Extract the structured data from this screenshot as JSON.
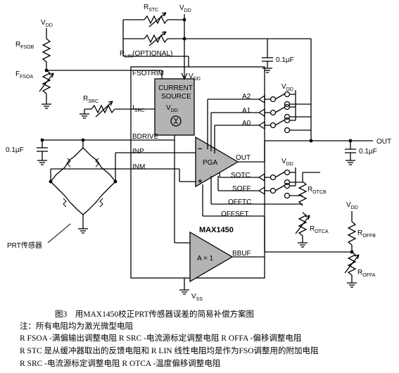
{
  "schematic": {
    "chip_name": "MAX1450",
    "pins": {
      "fsotrim": "FSOTRIM",
      "isrc": "SRC",
      "bdrive": "BDRIVE",
      "inp": "INP",
      "inm": "INM",
      "a2": "A2",
      "a1": "A1",
      "a0": "A0",
      "out": "OUT",
      "sotc": "SOTC",
      "soff": "SOFF",
      "offtc": "OFFTC",
      "offset": "OFFSET",
      "bbuf": "BBUF",
      "vss": "SS"
    },
    "current_source": {
      "line1": "CURRENT",
      "line2": "SOURCE"
    },
    "pga_label": "PGA",
    "buffer_label": "A = 1",
    "vdd": "DD",
    "cap": "0.1µF",
    "out_label": "OUT",
    "rlin_suffix": "(OPTIONAL)",
    "prt_label": "PRT传感器",
    "resistors": {
      "stc": "STC",
      "lin": "LIN",
      "fsob": "FSOB",
      "fsoa": "FSOA",
      "src": "SRC",
      "otcb": "OTCB",
      "otca": "OTCA",
      "offb": "OFFB",
      "offa": "OFFA"
    }
  },
  "caption": {
    "title": "图3　用MAX1450校正PRT传感器误差的简易补偿方案图",
    "note": "注：所有电阻均为激光微型电阻",
    "line1": "R FSOA -满偏输出调整电阻  R SRC -电流源标定调整电阻  R OFFA -偏移调整电阻",
    "line2": "R STC 是从缓冲器取出的反馈电阻和 R LIN 线性电阻均是作为FSO调整用的附加电阻",
    "line3": "R SRC -电流源标定调整电阻  R OTCA -温度偏移调整电阻"
  }
}
